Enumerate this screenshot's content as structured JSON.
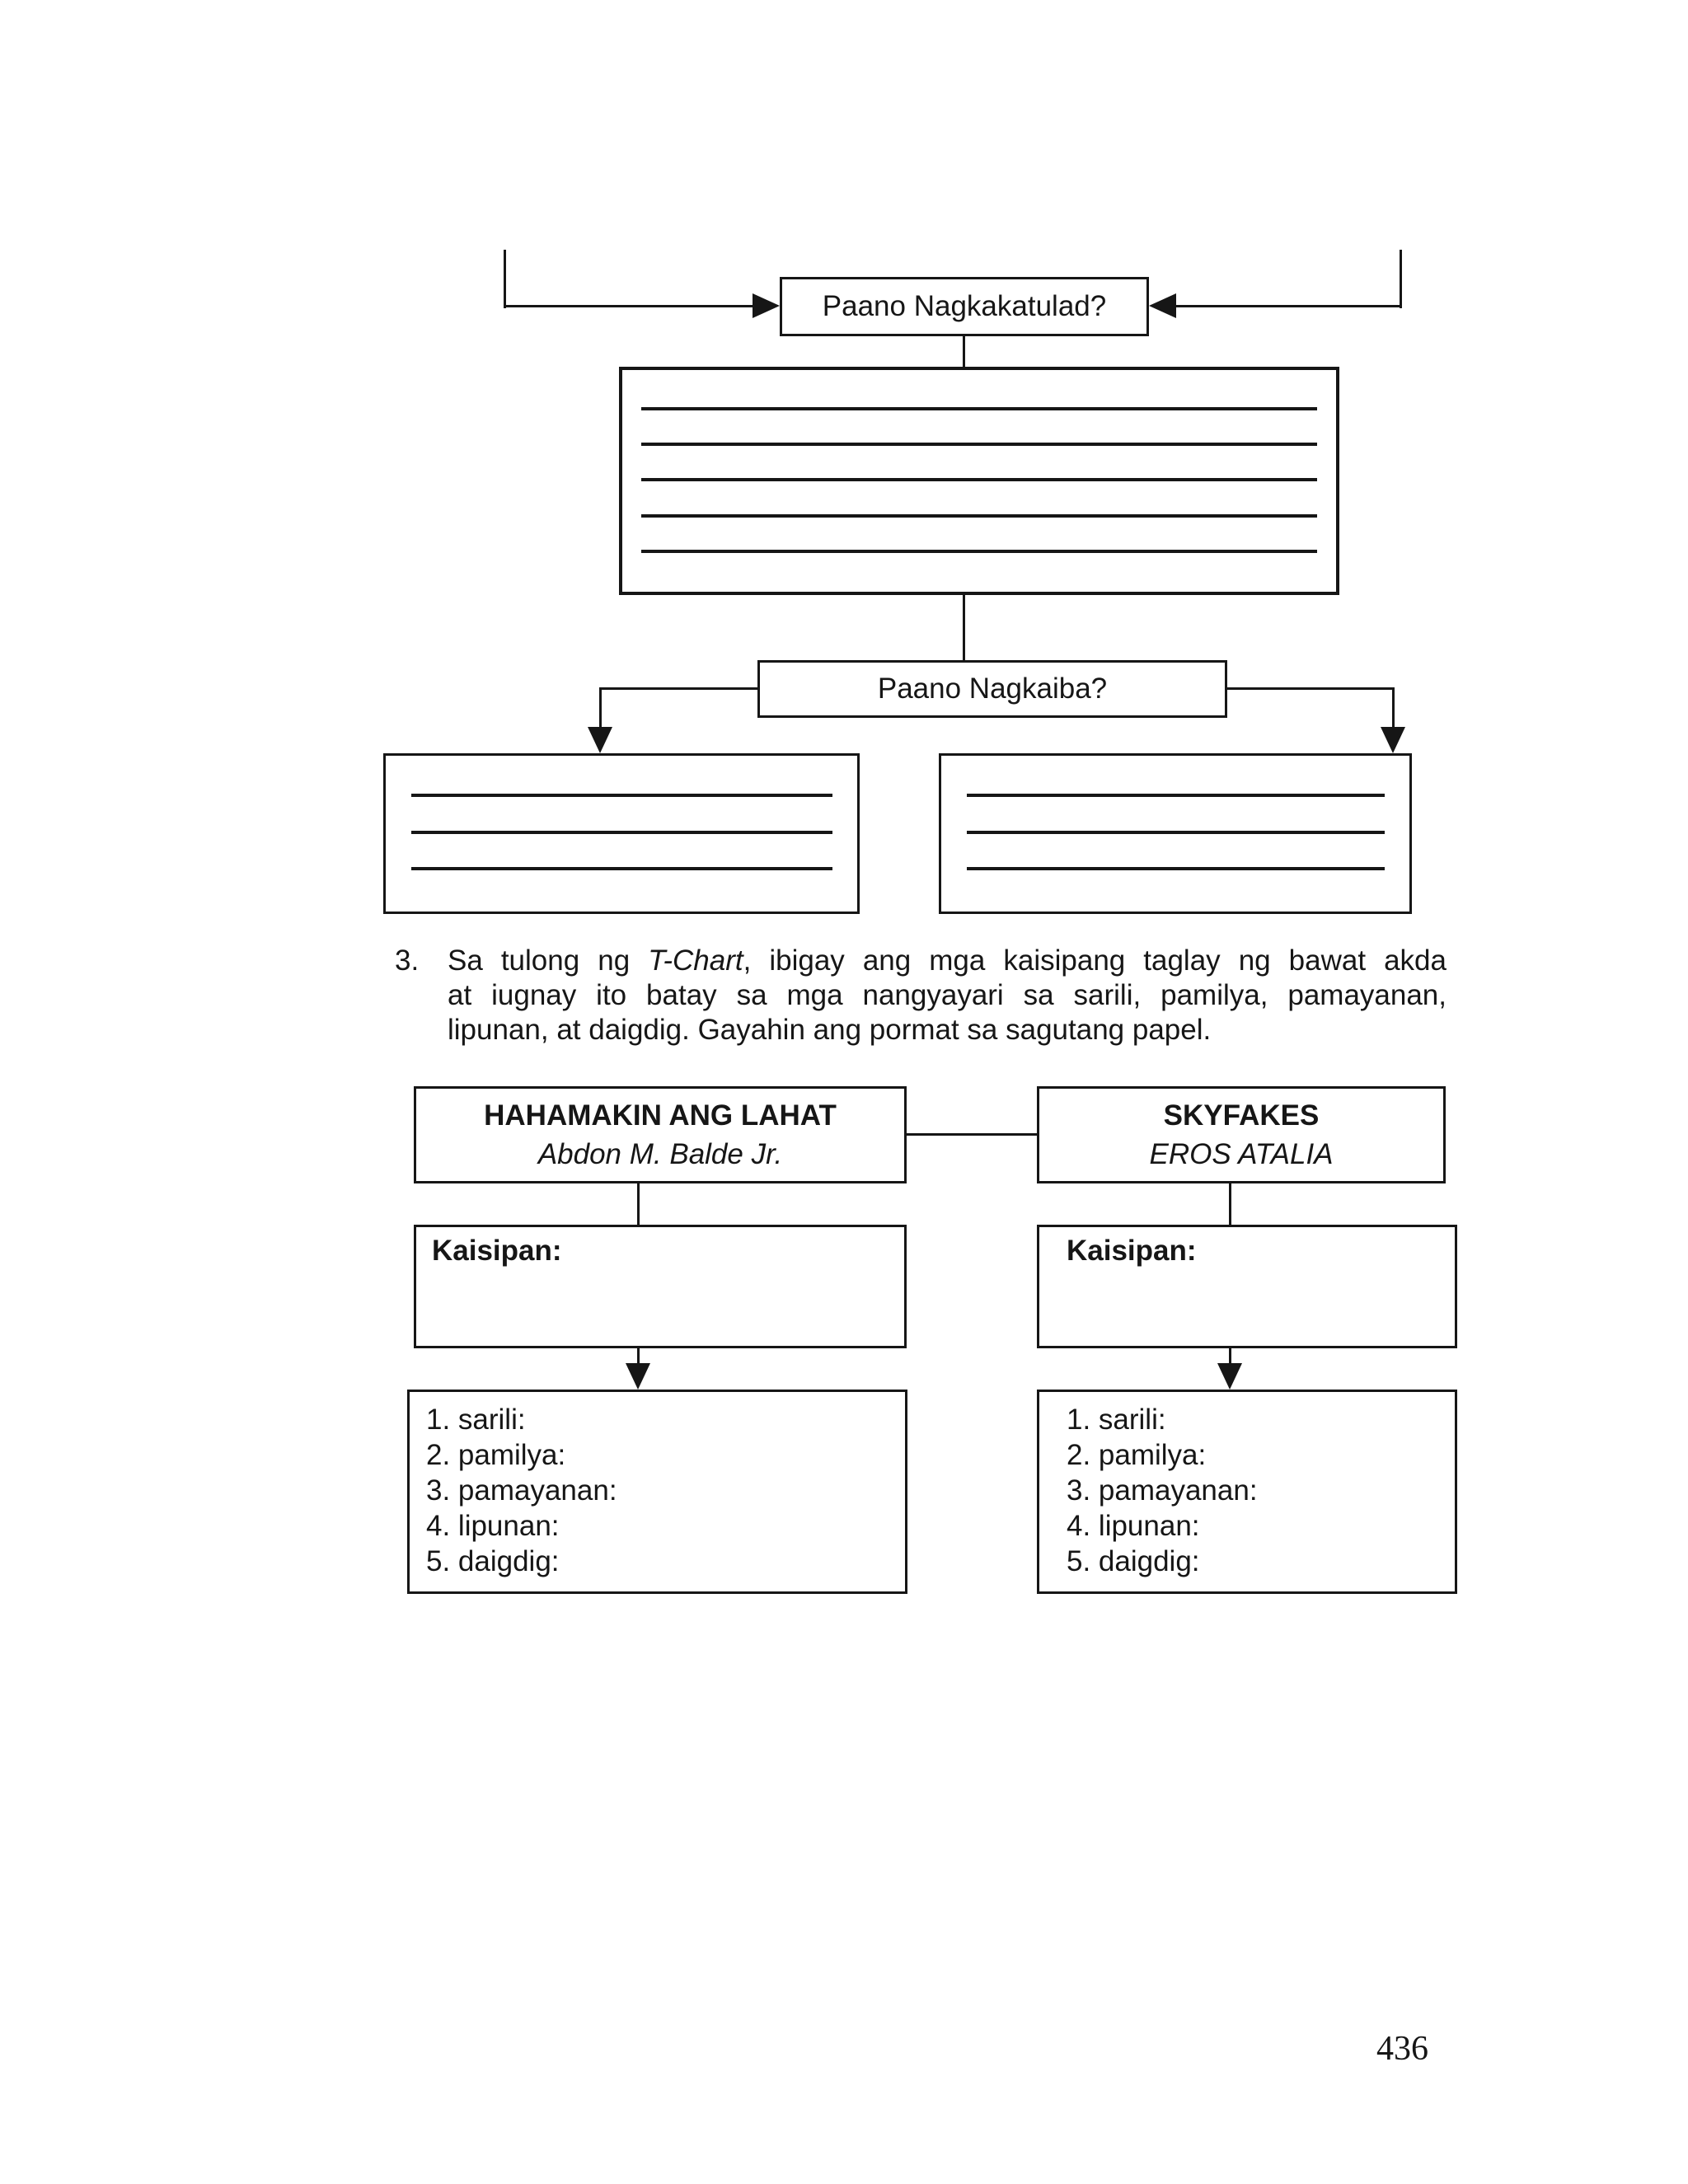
{
  "compare_diagram": {
    "similar_question": "Paano Nagkakatulad?",
    "different_question": "Paano Nagkaiba?"
  },
  "instruction": {
    "number": "3.",
    "line1_pre": "Sa tulong ng ",
    "line1_italic": "T-Chart",
    "line1_post": ", ibigay ang mga kaisipang taglay ng bawat akda",
    "line2": "at iugnay ito batay sa mga nangyayari sa sarili, pamilya, pamayanan,",
    "line3": "lipunan, at daigdig. Gayahin ang pormat sa sagutang papel."
  },
  "tchart": {
    "left": {
      "title": "HAHAMAKIN ANG LAHAT",
      "author": "Abdon M. Balde Jr.",
      "label": "Kaisipan:",
      "items": [
        "1. sarili:",
        "2. pamilya:",
        "3. pamayanan:",
        "4. lipunan:",
        "5. daigdig:"
      ]
    },
    "right": {
      "title": "SKYFAKES",
      "author": "EROS ATALIA",
      "label": "Kaisipan:",
      "items": [
        "1. sarili:",
        "2. pamilya:",
        "3. pamayanan:",
        "4. lipunan:",
        "5. daigdig:"
      ]
    }
  },
  "page_number": "436"
}
